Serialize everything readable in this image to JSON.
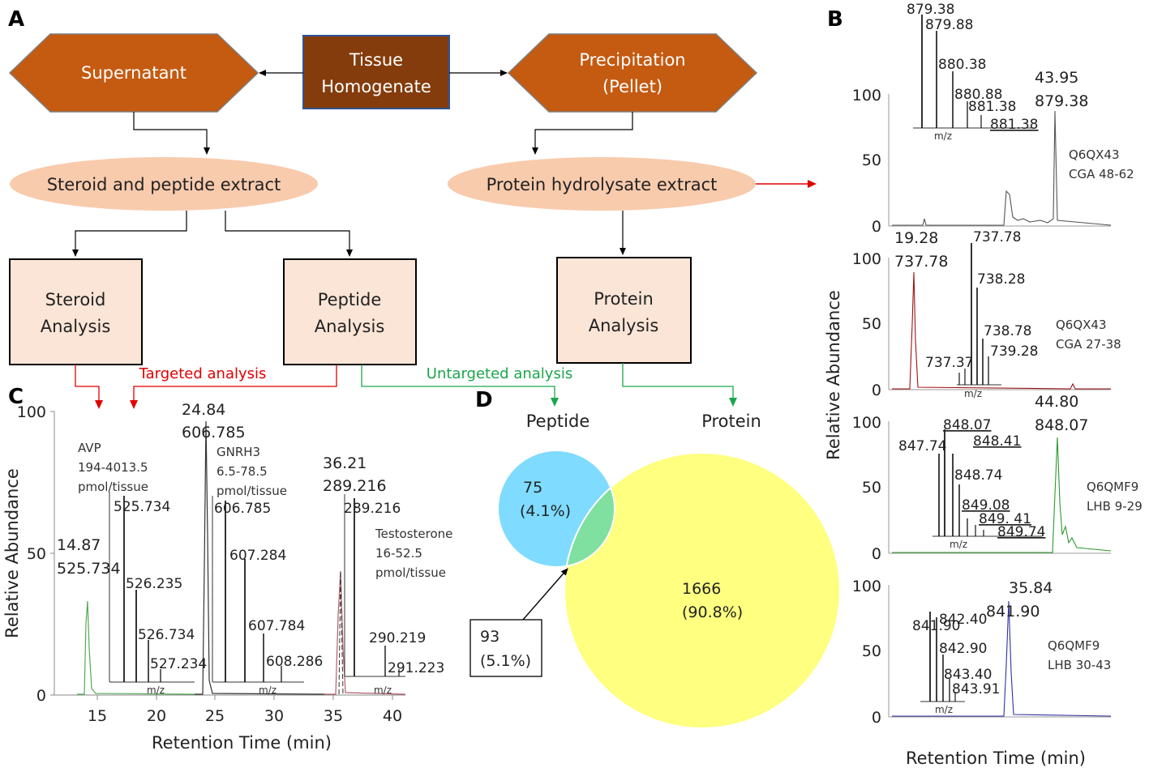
{
  "panels": {
    "a": "A",
    "b": "B",
    "c": "C",
    "d": "D"
  },
  "flow": {
    "supernatant": "Supernatant",
    "tissue_1": "Tissue",
    "tissue_2": "Homogenate",
    "precip_1": "Precipitation",
    "precip_2": "(Pellet)",
    "steroid_extract": "Steroid and peptide extract",
    "protein_extract": "Protein hydrolysate extract",
    "steroid_1": "Steroid",
    "steroid_2": "Analysis",
    "peptide_1": "Peptide",
    "peptide_2": "Analysis",
    "protein_1": "Protein",
    "protein_2": "Analysis",
    "targeted": "Targeted analysis",
    "untargeted": "Untargeted analysis",
    "peptide_out": "Peptide",
    "protein_out": "Protein"
  },
  "colors": {
    "hexagon": "#c55a11",
    "tissue_box": "#843c0c",
    "ellipse": "#f8cbad",
    "analysis_box": "#fbe5d6",
    "targeted": "#e00000",
    "untargeted": "#1aa64a",
    "venn_peptide": "#7fdbff",
    "venn_protein": "#ffff80",
    "venn_overlap": "#7fe0a0"
  },
  "panel_c": {
    "ylabel": "Relative Abundance",
    "xlabel": "Retention Time (min)",
    "yticks": [
      "0",
      "50",
      "100"
    ],
    "xticks": [
      "15",
      "20",
      "25",
      "30",
      "35",
      "40"
    ],
    "peaks": [
      {
        "rt": "14.87",
        "mz": "525.734",
        "name_1": "AVP",
        "name_2": "194-4013.5",
        "name_3": "pmol/tissue",
        "inset_mz": [
          "525.734",
          "526.235",
          "526.734",
          "527.234"
        ]
      },
      {
        "rt": "24.84",
        "mz": "606.785",
        "name_1": "GNRH3",
        "name_2": "6.5-78.5",
        "name_3": "pmol/tissue",
        "inset_mz": [
          "606.785",
          "607.284",
          "607.784",
          "608.286"
        ]
      },
      {
        "rt": "36.21",
        "mz": "289.216",
        "name_1": "Testosterone",
        "name_2": "16-52.5",
        "name_3": "pmol/tissue",
        "inset_mz": [
          "289.216",
          "290.219",
          "291.223"
        ]
      }
    ],
    "inset_xlabel": "m/z"
  },
  "panel_d": {
    "peptide_only": "75",
    "peptide_only_pct": "(4.1%)",
    "overlap": "93",
    "overlap_pct": "(5.1%)",
    "protein_only": "1666",
    "protein_only_pct": "(90.8%)"
  },
  "panel_b": {
    "ylabel": "Relative Abundance",
    "xlabel": "Retention Time (min)",
    "inset_xlabel": "m/z",
    "traces": [
      {
        "rt": "43.95",
        "mz": "879.38",
        "id_1": "Q6QX43",
        "id_2": "CGA 48-62",
        "color": "#555555",
        "inset_mz": [
          "879.38",
          "879.88",
          "880.38",
          "880.88",
          "881.38",
          "881.38"
        ]
      },
      {
        "rt": "19.28",
        "mz": "737.78",
        "id_1": "Q6QX43",
        "id_2": "CGA 27-38",
        "color": "#a01010",
        "inset_mz": [
          "737.78",
          "738.28",
          "738.78",
          "739.28",
          "737.37"
        ]
      },
      {
        "rt": "44.80",
        "mz": "848.07",
        "id_1": "Q6QMF9",
        "id_2": "LHB 9-29",
        "color": "#2a9a2a",
        "inset_mz": [
          "848.07",
          "848.41",
          "847.74",
          "848.74",
          "849.08",
          "849. 41",
          "849.74"
        ]
      },
      {
        "rt": "35.84",
        "mz": "841.90",
        "id_1": "Q6QMF9",
        "id_2": "LHB 30-43",
        "color": "#3030a0",
        "inset_mz": [
          "841.90",
          "842.40",
          "842.90",
          "843.40",
          "843.91"
        ]
      }
    ],
    "yticks": [
      "0",
      "50",
      "100"
    ]
  }
}
